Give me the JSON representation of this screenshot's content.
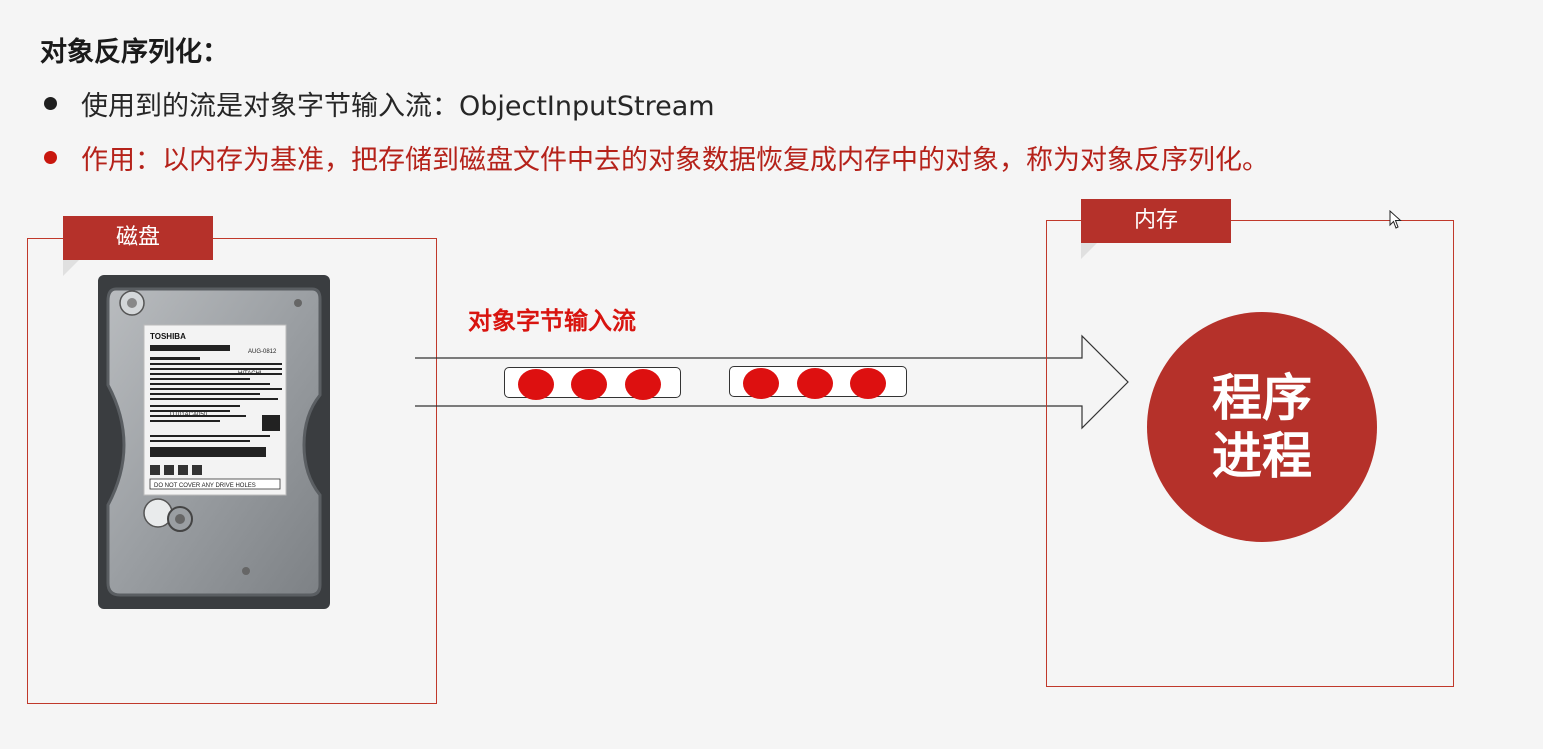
{
  "heading": "对象反序列化：",
  "bullets": [
    "使用到的流是对象字节输入流：ObjectInputStream",
    "作用：以内存为基准，把存储到磁盘文件中去的对象数据恢复成内存中的对象，称为对象反序列化。"
  ],
  "diagram": {
    "disk_label": "磁盘",
    "memory_label": "内存",
    "stream_label": "对象字节输入流",
    "process_line1": "程序",
    "process_line2": "进程"
  },
  "hdd_label": {
    "brand": "TOSHIBA",
    "model": "AUG-0812",
    "notice": "DO NOT COVER ANY DRIVE HOLES",
    "maker": "HITACHI",
    "drive": "DT01ACA050"
  },
  "colors": {
    "accent": "#b5312a",
    "bullet_red": "#c8170e",
    "stream_red": "#d8140f",
    "ball_red": "#dd1010"
  }
}
